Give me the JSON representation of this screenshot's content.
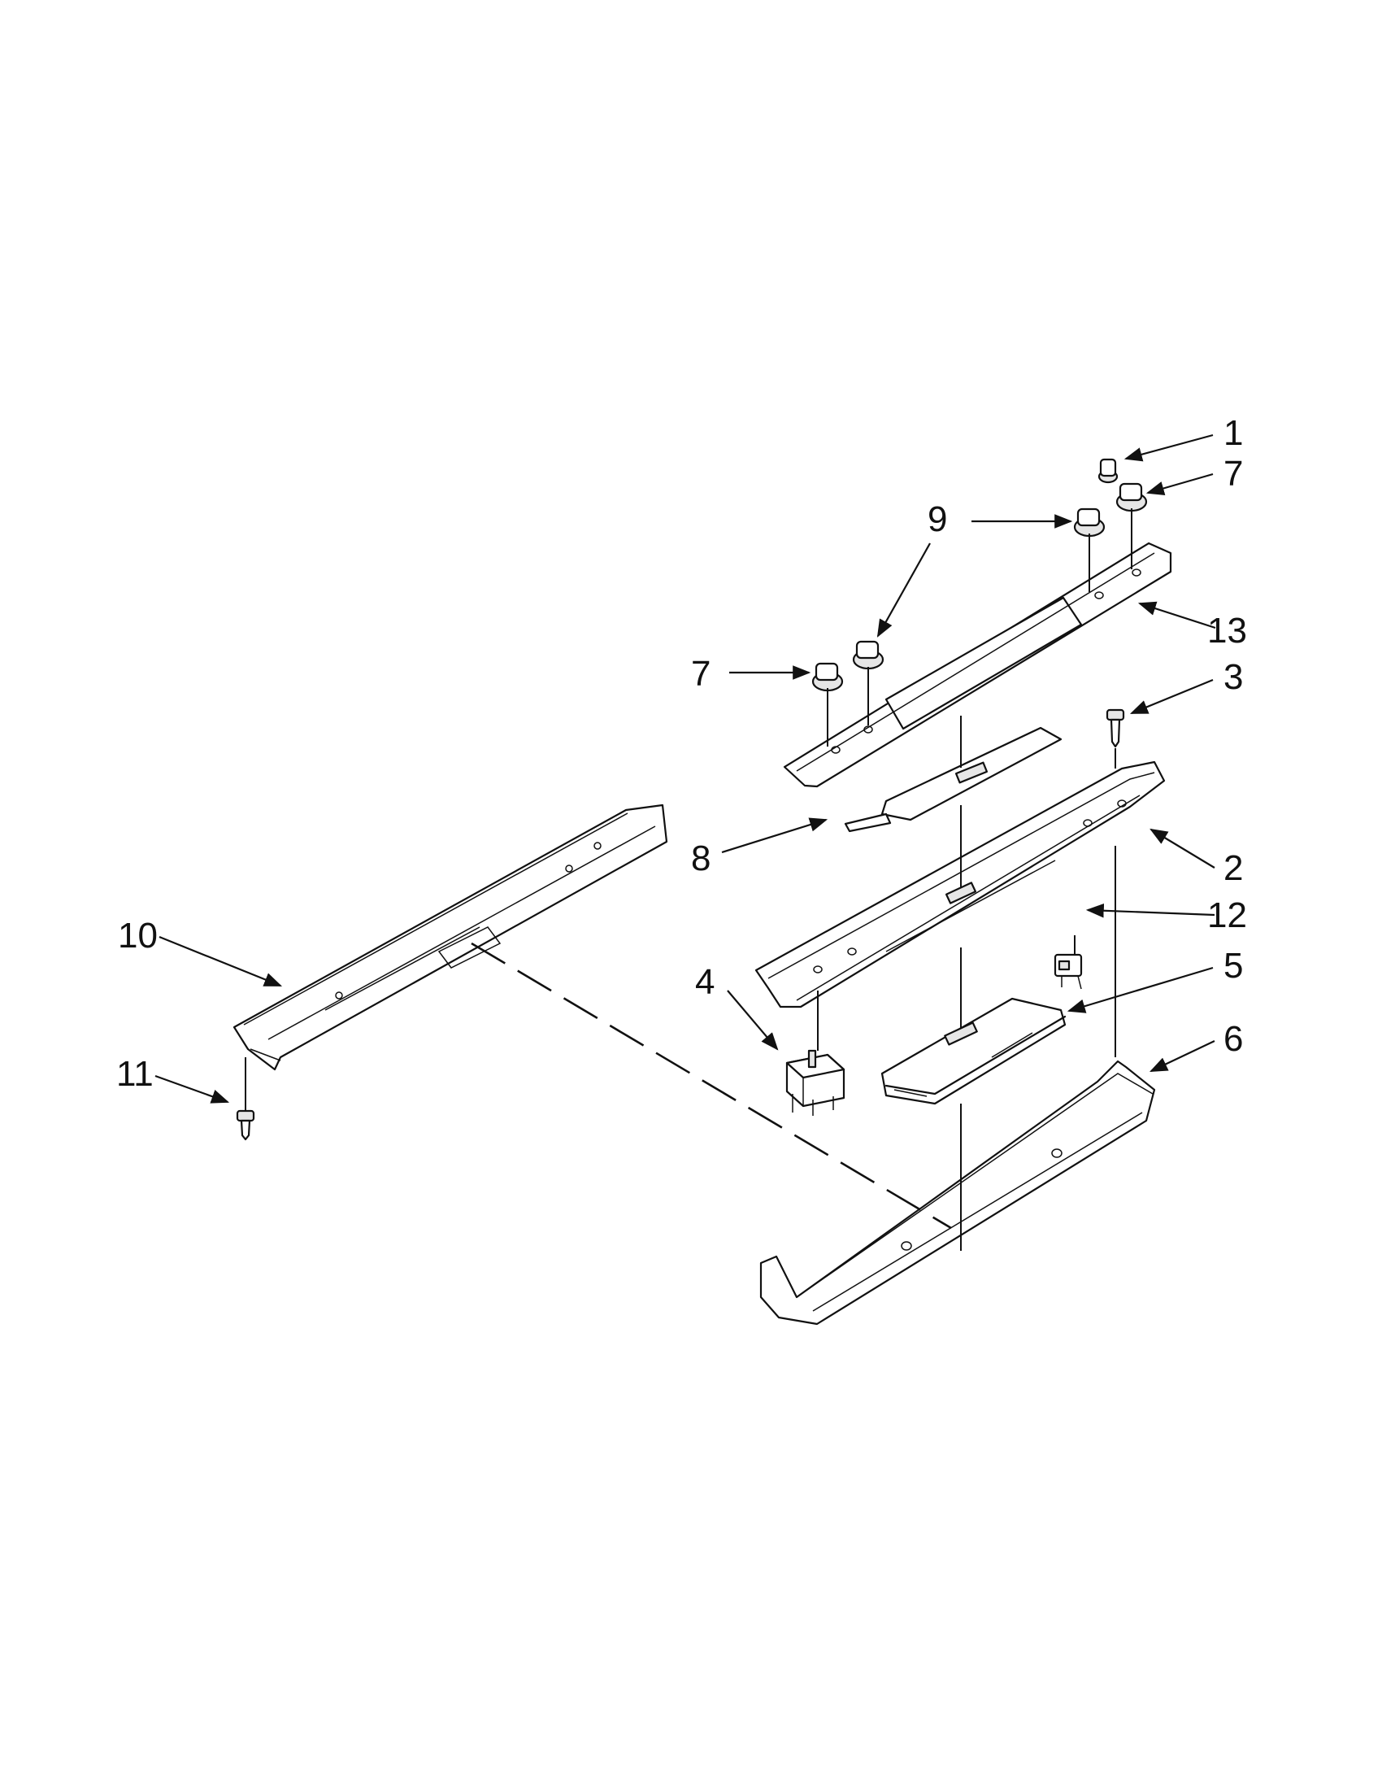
{
  "callouts": {
    "c1": "1",
    "c7a": "7",
    "c9": "9",
    "c13": "13",
    "c7b": "7",
    "c3": "3",
    "c8": "8",
    "c2": "2",
    "c12": "12",
    "c10": "10",
    "c5": "5",
    "c4": "4",
    "c6": "6",
    "c11": "11"
  }
}
